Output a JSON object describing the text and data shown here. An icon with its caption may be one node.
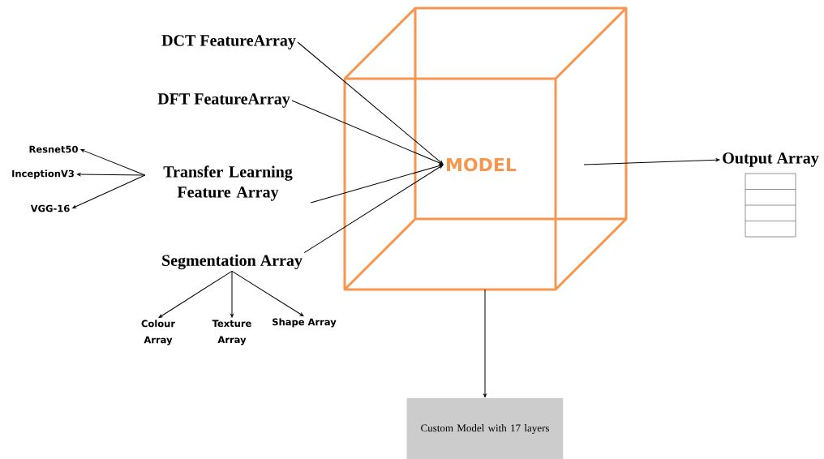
{
  "diagram": {
    "nodes": [
      {
        "text": [
          "MODEL"
        ]
      },
      {
        "text": [
          "DCT FeatureArray"
        ]
      },
      {
        "text": [
          "DFT FeatureArray"
        ]
      },
      {
        "text": [
          "Transfer Learning Feature Array"
        ]
      },
      {
        "text": [
          "Segmentation Array"
        ]
      },
      {
        "text": [
          "Resnet50"
        ]
      },
      {
        "text": [
          "InceptionV3"
        ]
      },
      {
        "text": [
          "VGG-16"
        ]
      },
      {
        "text": [
          "Colour Array"
        ]
      },
      {
        "text": [
          "Texture Array"
        ]
      },
      {
        "text": [
          "Shape Array"
        ]
      },
      {
        "text": [
          "Output Array"
        ]
      },
      {
        "text": [
          "Custom Model with 17 layers"
        ]
      }
    ],
    "edges": [
      {
        "from": 1,
        "to": 0,
        "arrow": "to"
      },
      {
        "from": 2,
        "to": 0,
        "arrow": "to"
      },
      {
        "from": 3,
        "to": 0,
        "arrow": "to"
      },
      {
        "from": 4,
        "to": 0,
        "arrow": "to"
      },
      {
        "from": 3,
        "to": 5,
        "arrow": "to"
      },
      {
        "from": 3,
        "to": 6,
        "arrow": "to"
      },
      {
        "from": 3,
        "to": 7,
        "arrow": "to"
      },
      {
        "from": 4,
        "to": 8,
        "arrow": "to"
      },
      {
        "from": 4,
        "to": 9,
        "arrow": "to"
      },
      {
        "from": 4,
        "to": 10,
        "arrow": "to"
      },
      {
        "from": 0,
        "to": 11,
        "arrow": "to"
      },
      {
        "from": 0,
        "to": 12,
        "arrow": "to"
      }
    ]
  }
}
